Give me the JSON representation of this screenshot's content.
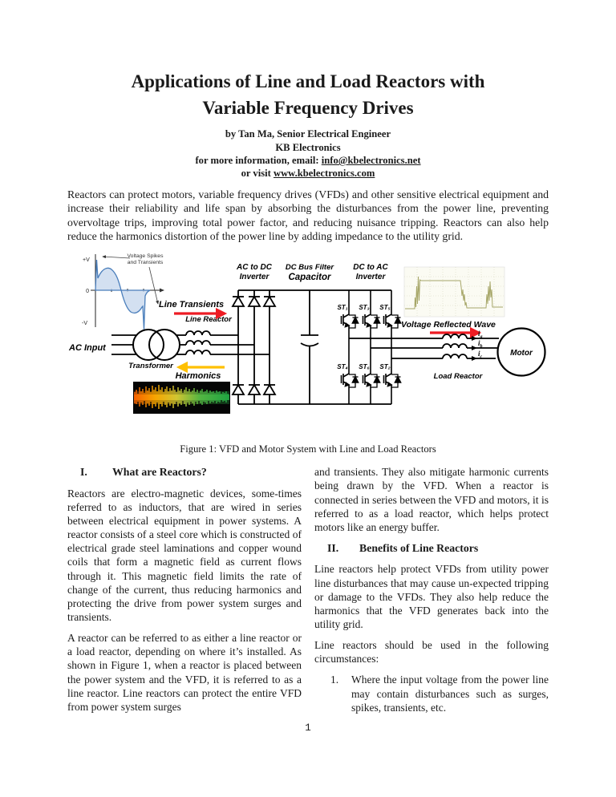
{
  "header": {
    "title_line1": "Applications of Line and Load Reactors with",
    "title_line2": "Variable Frequency Drives",
    "byline": "by Tan Ma, Senior Electrical Engineer",
    "company": "KB Electronics",
    "contact_text": "for more information, email: ",
    "email_link": "info@kbelectronics.net",
    "visit_text": "or visit ",
    "website_link": "www.kbelectronics.com"
  },
  "intro_paragraph": "Reactors can protect motors, variable frequency drives (VFDs) and other sensitive electrical equipment and increase their reliability and life span by absorbing the disturbances from the power line, preventing overvoltage trips, improving total power factor, and reducing nuisance tripping. Reactors can also help reduce the harmonics distortion of the power line by adding impedance to the utility grid.",
  "figure": {
    "caption": "Figure 1: VFD and Motor System with Line and Load Reactors",
    "waveform": {
      "y_plus": "+V",
      "y_zero": "0",
      "y_minus": "-V",
      "annotation_line1": "Voltage Spikes",
      "annotation_line2": "and Transients"
    },
    "labels": {
      "line_transients": "Line Transients",
      "line_reactor": "Line Reactor",
      "ac_input": "AC Input",
      "transformer": "Transformer",
      "harmonics": "Harmonics",
      "ac_to_dc_line1": "AC to DC",
      "ac_to_dc_line2": "Inverter",
      "dc_bus_line1": "DC Bus Filter",
      "dc_bus_line2": "Capacitor",
      "dc_to_ac_line1": "DC to AC",
      "dc_to_ac_line2": "Inverter",
      "voltage_reflected_wave": "Voltage Reflected Wave",
      "load_reactor": "Load Reactor",
      "motor": "Motor"
    },
    "transistors": {
      "st1": "ST₁",
      "st3": "ST₃",
      "st5": "ST₅",
      "st4": "ST₄",
      "st6": "ST₆",
      "st2": "ST₂"
    },
    "currents": {
      "ia_base": "i",
      "ia_sub": "a",
      "ib_base": "i",
      "ib_sub": "b",
      "ic_base": "i",
      "ic_sub": "c"
    },
    "colors": {
      "transient_red": "#ED1C24",
      "reactor_green": "#00B050",
      "harmonics_gold": "#FFC000",
      "wave_blue": "#4A7EBB"
    }
  },
  "sections": {
    "s1": {
      "number": "I.",
      "title": "What are Reactors?",
      "para1": "Reactors are electro-magnetic devices, some-times referred to as inductors, that are wired in series between electrical equipment in power systems. A reactor consists of a steel core which is constructed of electrical grade steel laminations and copper wound coils that form a magnetic field as current flows through it. This magnetic field limits the rate of change of the current, thus reducing harmonics and protecting the drive from power system surges and transients.",
      "para2": "A reactor can be referred to as either a line reactor or a load reactor, depending on where it’s installed. As shown in Figure 1, when a reactor is placed between the power system and the VFD, it is referred to as a line reactor. Line reactors can protect the entire VFD from power system surges"
    },
    "s1_continuation": "and transients. They also mitigate harmonic currents being drawn by the VFD. When a reactor is connected in series between the VFD and motors, it is referred to as a load reactor, which helps protect motors like an energy buffer.",
    "s2": {
      "number": "II.",
      "title": "Benefits of Line Reactors",
      "para1": "Line reactors help protect VFDs from utility power line disturbances that may cause un-expected tripping or damage to the VFDs. They also help reduce the harmonics that the VFD generates back into the utility grid.",
      "para2": "Line reactors should be used in the following circumstances:",
      "list": [
        {
          "number": "1.",
          "text": "Where the input voltage from the power line may contain disturbances such as surges, spikes, transients, etc."
        }
      ]
    }
  },
  "footer": {
    "page_number": "1"
  }
}
